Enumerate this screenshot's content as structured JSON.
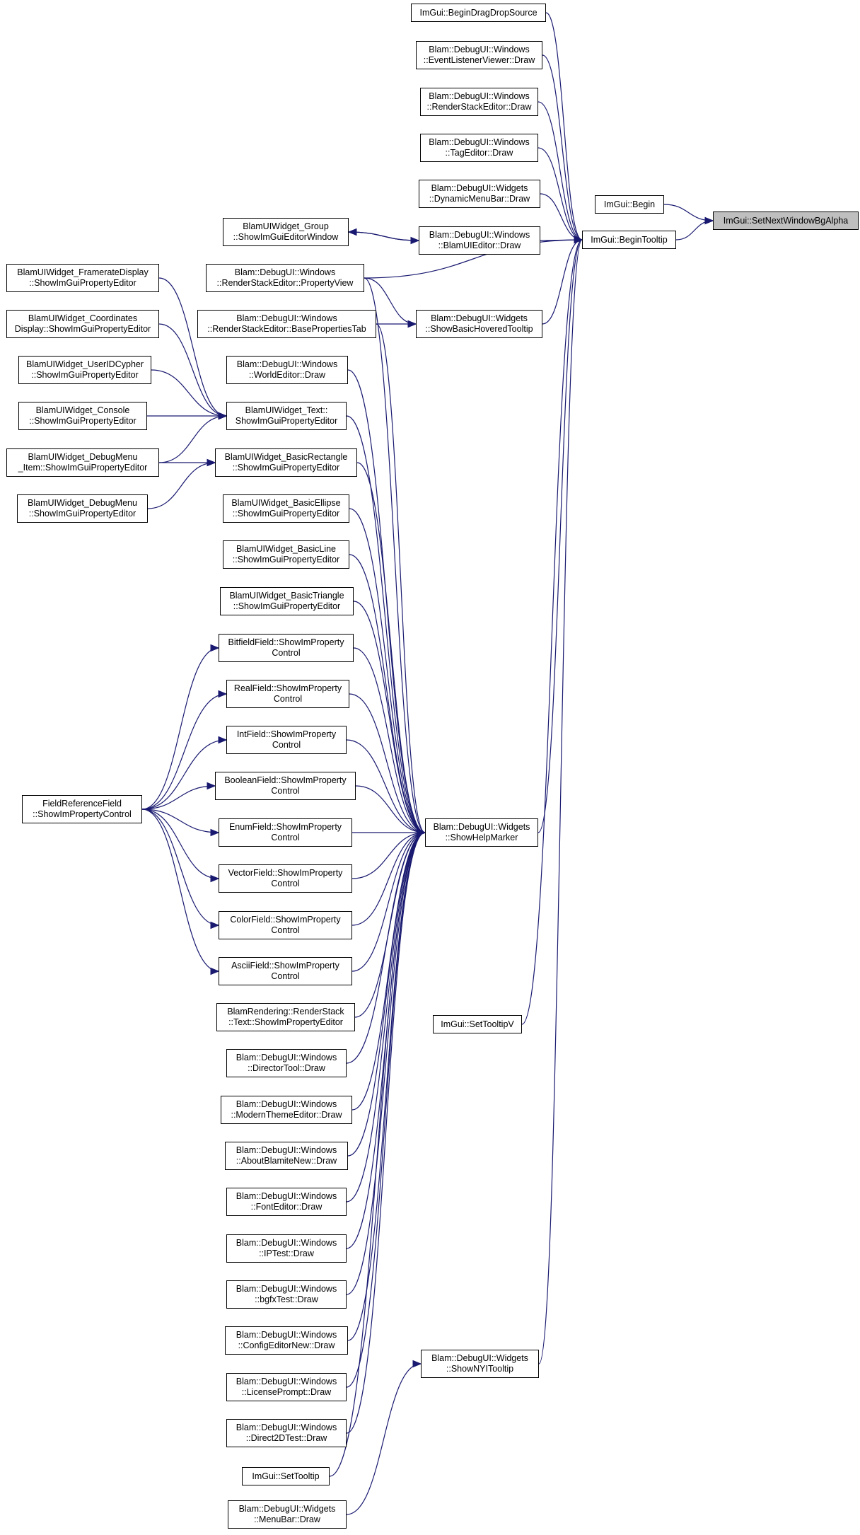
{
  "diagram": {
    "title": "",
    "colors": {
      "edge": "#191970",
      "root_fill": "#bfbfbf",
      "node_fill": "#ffffff",
      "node_border": "#000000"
    },
    "nodes": [
      {
        "id": "root",
        "label": "ImGui::SetNextWindowBgAlpha",
        "root": true
      },
      {
        "id": "begin",
        "label": "ImGui::Begin"
      },
      {
        "id": "tooltip",
        "label": "ImGui::BeginTooltip"
      },
      {
        "id": "dragdrop",
        "label": "ImGui::BeginDragDropSource"
      },
      {
        "id": "evlist",
        "label": "Blam::DebugUI::Windows\n::EventListenerViewer::Draw"
      },
      {
        "id": "rse",
        "label": "Blam::DebugUI::Windows\n::RenderStackEditor::Draw"
      },
      {
        "id": "tagedit",
        "label": "Blam::DebugUI::Windows\n::TagEditor::Draw"
      },
      {
        "id": "dynmenu",
        "label": "Blam::DebugUI::Widgets\n::DynamicMenuBar::Draw"
      },
      {
        "id": "uieditor",
        "label": "Blam::DebugUI::Windows\n::BlamUIEditor::Draw"
      },
      {
        "id": "group",
        "label": "BlamUIWidget_Group\n::ShowImGuiEditorWindow"
      },
      {
        "id": "propview",
        "label": "Blam::DebugUI::Windows\n::RenderStackEditor::PropertyView"
      },
      {
        "id": "basetab",
        "label": "Blam::DebugUI::Windows\n::RenderStackEditor::BasePropertiesTab"
      },
      {
        "id": "hovered",
        "label": "Blam::DebugUI::Widgets\n::ShowBasicHoveredTooltip"
      },
      {
        "id": "framerate",
        "label": "BlamUIWidget_FramerateDisplay\n::ShowImGuiPropertyEditor"
      },
      {
        "id": "coords",
        "label": "BlamUIWidget_Coordinates\nDisplay::ShowImGuiPropertyEditor"
      },
      {
        "id": "userid",
        "label": "BlamUIWidget_UserIDCypher\n::ShowImGuiPropertyEditor"
      },
      {
        "id": "console",
        "label": "BlamUIWidget_Console\n::ShowImGuiPropertyEditor"
      },
      {
        "id": "dbgitem",
        "label": "BlamUIWidget_DebugMenu\n_Item::ShowImGuiPropertyEditor"
      },
      {
        "id": "dbgmenu",
        "label": "BlamUIWidget_DebugMenu\n::ShowImGuiPropertyEditor"
      },
      {
        "id": "world",
        "label": "Blam::DebugUI::Windows\n::WorldEditor::Draw"
      },
      {
        "id": "text",
        "label": "BlamUIWidget_Text::\nShowImGuiPropertyEditor"
      },
      {
        "id": "rect",
        "label": "BlamUIWidget_BasicRectangle\n::ShowImGuiPropertyEditor"
      },
      {
        "id": "ellipse",
        "label": "BlamUIWidget_BasicEllipse\n::ShowImGuiPropertyEditor"
      },
      {
        "id": "line",
        "label": "BlamUIWidget_BasicLine\n::ShowImGuiPropertyEditor"
      },
      {
        "id": "triangle",
        "label": "BlamUIWidget_BasicTriangle\n::ShowImGuiPropertyEditor"
      },
      {
        "id": "bitfield",
        "label": "BitfieldField::ShowImProperty\nControl"
      },
      {
        "id": "real",
        "label": "RealField::ShowImProperty\nControl"
      },
      {
        "id": "int",
        "label": "IntField::ShowImProperty\nControl"
      },
      {
        "id": "bool",
        "label": "BooleanField::ShowImProperty\nControl"
      },
      {
        "id": "enum",
        "label": "EnumField::ShowImProperty\nControl"
      },
      {
        "id": "vector",
        "label": "VectorField::ShowImProperty\nControl"
      },
      {
        "id": "color",
        "label": "ColorField::ShowImProperty\nControl"
      },
      {
        "id": "ascii",
        "label": "AsciiField::ShowImProperty\nControl"
      },
      {
        "id": "fieldref",
        "label": "FieldReferenceField\n::ShowImPropertyControl"
      },
      {
        "id": "help",
        "label": "Blam::DebugUI::Widgets\n::ShowHelpMarker"
      },
      {
        "id": "rstext",
        "label": "BlamRendering::RenderStack\n::Text::ShowImPropertyEditor"
      },
      {
        "id": "director",
        "label": "Blam::DebugUI::Windows\n::DirectorTool::Draw"
      },
      {
        "id": "modern",
        "label": "Blam::DebugUI::Windows\n::ModernThemeEditor::Draw"
      },
      {
        "id": "about",
        "label": "Blam::DebugUI::Windows\n::AboutBlamiteNew::Draw"
      },
      {
        "id": "font",
        "label": "Blam::DebugUI::Windows\n::FontEditor::Draw"
      },
      {
        "id": "iptest",
        "label": "Blam::DebugUI::Windows\n::IPTest::Draw"
      },
      {
        "id": "bgfx",
        "label": "Blam::DebugUI::Windows\n::bgfxTest::Draw"
      },
      {
        "id": "config",
        "label": "Blam::DebugUI::Windows\n::ConfigEditorNew::Draw"
      },
      {
        "id": "license",
        "label": "Blam::DebugUI::Windows\n::LicensePrompt::Draw"
      },
      {
        "id": "d2d",
        "label": "Blam::DebugUI::Windows\n::Direct2DTest::Draw"
      },
      {
        "id": "settooltipv",
        "label": "ImGui::SetTooltipV"
      },
      {
        "id": "settooltip",
        "label": "ImGui::SetTooltip"
      },
      {
        "id": "nyi",
        "label": "Blam::DebugUI::Widgets\n::ShowNYITooltip"
      },
      {
        "id": "menubar",
        "label": "Blam::DebugUI::Widgets\n::MenuBar::Draw"
      }
    ],
    "edges": [
      [
        "begin",
        "root"
      ],
      [
        "tooltip",
        "root"
      ],
      [
        "dragdrop",
        "tooltip"
      ],
      [
        "evlist",
        "tooltip"
      ],
      [
        "rse",
        "tooltip"
      ],
      [
        "tagedit",
        "tooltip"
      ],
      [
        "dynmenu",
        "tooltip"
      ],
      [
        "uieditor",
        "tooltip"
      ],
      [
        "propview",
        "tooltip"
      ],
      [
        "hovered",
        "tooltip"
      ],
      [
        "help",
        "tooltip"
      ],
      [
        "settooltipv",
        "tooltip"
      ],
      [
        "nyi",
        "tooltip"
      ],
      [
        "uieditor",
        "group"
      ],
      [
        "group",
        "uieditor"
      ],
      [
        "propview",
        "hovered"
      ],
      [
        "basetab",
        "hovered"
      ],
      [
        "framerate",
        "text"
      ],
      [
        "coords",
        "text"
      ],
      [
        "userid",
        "text"
      ],
      [
        "console",
        "text"
      ],
      [
        "dbgitem",
        "text"
      ],
      [
        "dbgitem",
        "rect"
      ],
      [
        "dbgmenu",
        "rect"
      ],
      [
        "fieldref",
        "bitfield"
      ],
      [
        "fieldref",
        "real"
      ],
      [
        "fieldref",
        "int"
      ],
      [
        "fieldref",
        "bool"
      ],
      [
        "fieldref",
        "enum"
      ],
      [
        "fieldref",
        "vector"
      ],
      [
        "fieldref",
        "color"
      ],
      [
        "fieldref",
        "ascii"
      ],
      [
        "propview",
        "help"
      ],
      [
        "basetab",
        "help"
      ],
      [
        "world",
        "help"
      ],
      [
        "text",
        "help"
      ],
      [
        "rect",
        "help"
      ],
      [
        "ellipse",
        "help"
      ],
      [
        "line",
        "help"
      ],
      [
        "triangle",
        "help"
      ],
      [
        "bitfield",
        "help"
      ],
      [
        "real",
        "help"
      ],
      [
        "int",
        "help"
      ],
      [
        "bool",
        "help"
      ],
      [
        "enum",
        "help"
      ],
      [
        "vector",
        "help"
      ],
      [
        "color",
        "help"
      ],
      [
        "ascii",
        "help"
      ],
      [
        "rstext",
        "help"
      ],
      [
        "director",
        "help"
      ],
      [
        "modern",
        "help"
      ],
      [
        "about",
        "help"
      ],
      [
        "font",
        "help"
      ],
      [
        "iptest",
        "help"
      ],
      [
        "bgfx",
        "help"
      ],
      [
        "config",
        "help"
      ],
      [
        "license",
        "help"
      ],
      [
        "d2d",
        "help"
      ],
      [
        "settooltip",
        "help"
      ],
      [
        "menubar",
        "nyi"
      ]
    ]
  }
}
